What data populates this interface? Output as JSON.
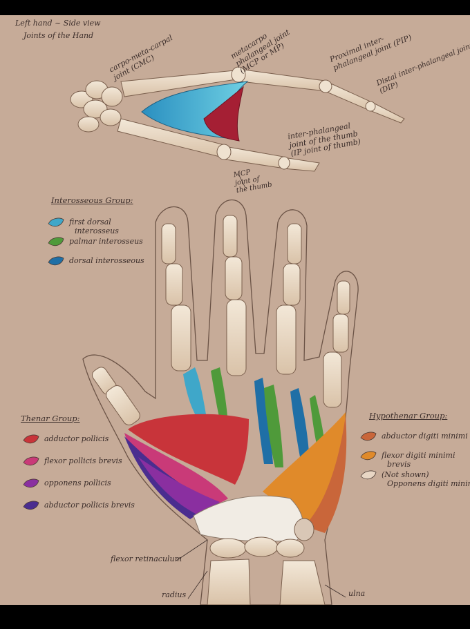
{
  "header": {
    "line1": "Left hand ~ Side view",
    "line2": "Joints of the Hand"
  },
  "side_view_labels": {
    "cmc": [
      "carpo-meta-carpal",
      "joint (CMC)"
    ],
    "mcp": [
      "metacarpo",
      "phalangeal joint",
      "(MCP or MP)"
    ],
    "pip": [
      "Proximal inter-",
      "phalangeal joint (PIP)"
    ],
    "dip": [
      "Distal inter-phalangeal joint",
      "(DIP)"
    ],
    "ip_thumb": [
      "inter-phalangeal",
      "joint of the thumb",
      "(IP joint of thumb)"
    ],
    "mcp_thumb": [
      "MCP",
      "joint of",
      "the thumb"
    ]
  },
  "interosseous": {
    "title": "Interosseous Group:",
    "items": [
      {
        "label": "first dorsal",
        "label2": "interosseus",
        "color": "#3fa7c9"
      },
      {
        "label": "palmar interosseus",
        "label2": "",
        "color": "#4f9a3a"
      },
      {
        "label": "dorsal interosseous",
        "label2": "",
        "color": "#1f6fa6"
      }
    ]
  },
  "thenar": {
    "title": "Thenar Group:",
    "items": [
      {
        "label": "adductor pollicis",
        "label2": "",
        "color": "#c8343a"
      },
      {
        "label": "flexor pollicis brevis",
        "label2": "",
        "color": "#c93a78"
      },
      {
        "label": "opponens pollicis",
        "label2": "",
        "color": "#8a2fa0"
      },
      {
        "label": "abductor pollicis brevis",
        "label2": "",
        "color": "#4a2d8f"
      }
    ]
  },
  "hypothenar": {
    "title": "Hypothenar Group:",
    "items": [
      {
        "label": "abductor digiti minimi",
        "label2": "",
        "color": "#c9663a"
      },
      {
        "label": "flexor digiti minimi",
        "label2": "brevis",
        "color": "#e08a2a"
      },
      {
        "label": "(Not shown)",
        "label2": "Opponens digiti minimi",
        "color": "#e8d6c4"
      }
    ]
  },
  "bottom_labels": {
    "flexor": "flexor retinaculum",
    "radius": "radius",
    "ulna": "ulna"
  }
}
